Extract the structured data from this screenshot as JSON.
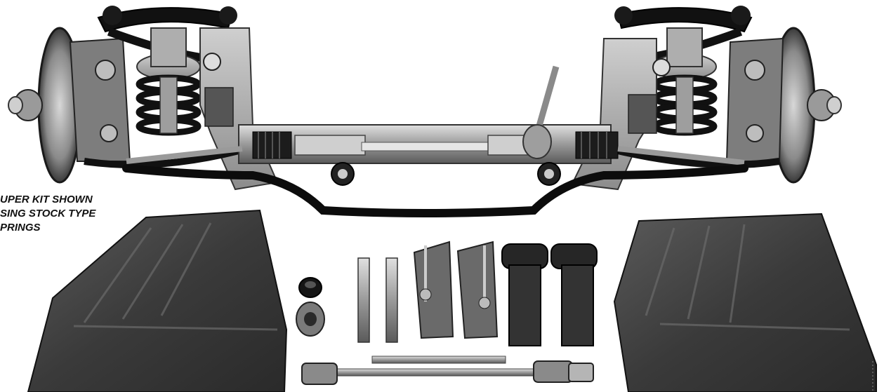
{
  "caption": {
    "line1": "UPER KIT SHOWN",
    "line2": "SING STOCK TYPE",
    "line3": "PRINGS"
  },
  "colors": {
    "background": "#ffffff",
    "metal_light": "#b9b9b9",
    "metal_dark": "#222222",
    "mid_gray": "#7a7a7a"
  }
}
